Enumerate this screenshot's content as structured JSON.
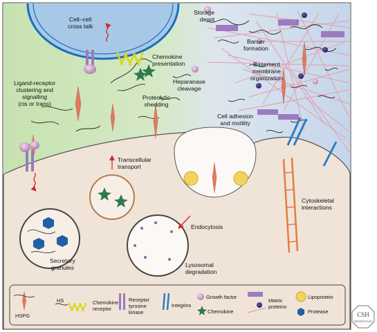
{
  "labels": {
    "cell_cell": [
      "Cell–cell",
      "cross talk"
    ],
    "storage": [
      "Storage",
      "depot"
    ],
    "barrier": [
      "Barrier",
      "formation"
    ],
    "basement": [
      "Basement",
      "membrane",
      "organization"
    ],
    "chemokine_pres": [
      "Chemokine",
      "presentation"
    ],
    "ligand": [
      "Ligand-receptor",
      "clustering and",
      "signalling",
      "(cis or trans)"
    ],
    "heparanase": [
      "Heparanase",
      "cleavage"
    ],
    "proteolytic": [
      "Proteolytic",
      "shedding"
    ],
    "adhesion": [
      "Cell adhesion",
      "and motility"
    ],
    "transcellular": [
      "Transcellular",
      "transport"
    ],
    "cytoskeletal": [
      "Cytoskeletal",
      "interactions"
    ],
    "endocytosis": "Endocytosis",
    "secretory": [
      "Secretory",
      "granules"
    ],
    "lysosomal": [
      "Lysosomal",
      "degradation"
    ]
  },
  "legend": {
    "hspg": "HSPG",
    "hs": "HS",
    "chemokine_receptor": [
      "Chemokine",
      "receptor"
    ],
    "rtk": [
      "Receptor",
      "tyrosine",
      "kinase"
    ],
    "integrins": "Integrins",
    "growth_factor": "Growth factor",
    "chemokine": "Chemokine",
    "matrix_proteins": [
      "Matrix",
      "proteins"
    ],
    "lipoprotein": "Lipoprotein",
    "protease": "Protease"
  },
  "logo": {
    "line1": "CSH",
    "line2": "PERSPECTIVES"
  },
  "colors": {
    "cell_interior": "#f0e4d8",
    "green_matrix": "#c9e3b4",
    "blue_matrix": "#c9d9ec",
    "nucleus": "#a8c8e8",
    "nucleus_ring": "#1a6dc0",
    "hspg_core": "#e07a5f",
    "receptor_purple": "#9b7bb8",
    "chemokine_receptor": "#d8d800",
    "growth_factor": "#c9a0c8",
    "chemokine": "#2f7a4a",
    "matrix_protein": "#9c7bc0",
    "lipoprotein": "#f2d35c",
    "protease": "#1f5fa8",
    "arrow_red": "#d4252a"
  }
}
